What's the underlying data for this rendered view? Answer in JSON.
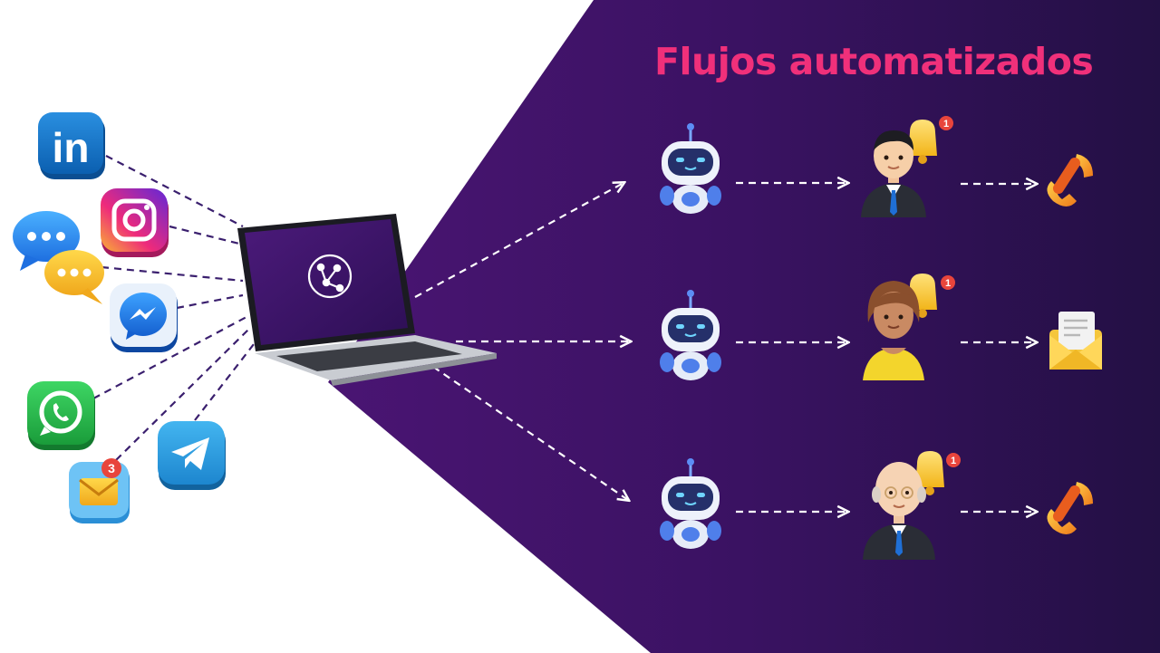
{
  "title": "Flujos automatizados",
  "colors": {
    "background": "#ffffff",
    "panel_dark": "#2a1050",
    "panel_mid": "#3d1467",
    "title": "#f0307a",
    "connector_left": "#3a1f6e",
    "connector_right": "#ffffff",
    "notification_badge": "#e8453c"
  },
  "channels": [
    {
      "name": "linkedin-icon",
      "label": "in"
    },
    {
      "name": "instagram-icon"
    },
    {
      "name": "chat-bubble-icon"
    },
    {
      "name": "chat-bubble-yellow-icon"
    },
    {
      "name": "messenger-icon"
    },
    {
      "name": "whatsapp-icon"
    },
    {
      "name": "email-icon",
      "badge": "3"
    },
    {
      "name": "telegram-icon"
    }
  ],
  "hub": {
    "name": "laptop-icon",
    "screen_logo": "network-logo-icon"
  },
  "flows": [
    {
      "bot": "robot-icon",
      "agent": "businessman-icon",
      "badge": "1",
      "action": "phone-icon"
    },
    {
      "bot": "robot-icon",
      "agent": "woman-agent-icon",
      "badge": "1",
      "action": "envelope-icon"
    },
    {
      "bot": "robot-icon",
      "agent": "bald-businessman-icon",
      "badge": "1",
      "action": "phone-icon"
    }
  ]
}
